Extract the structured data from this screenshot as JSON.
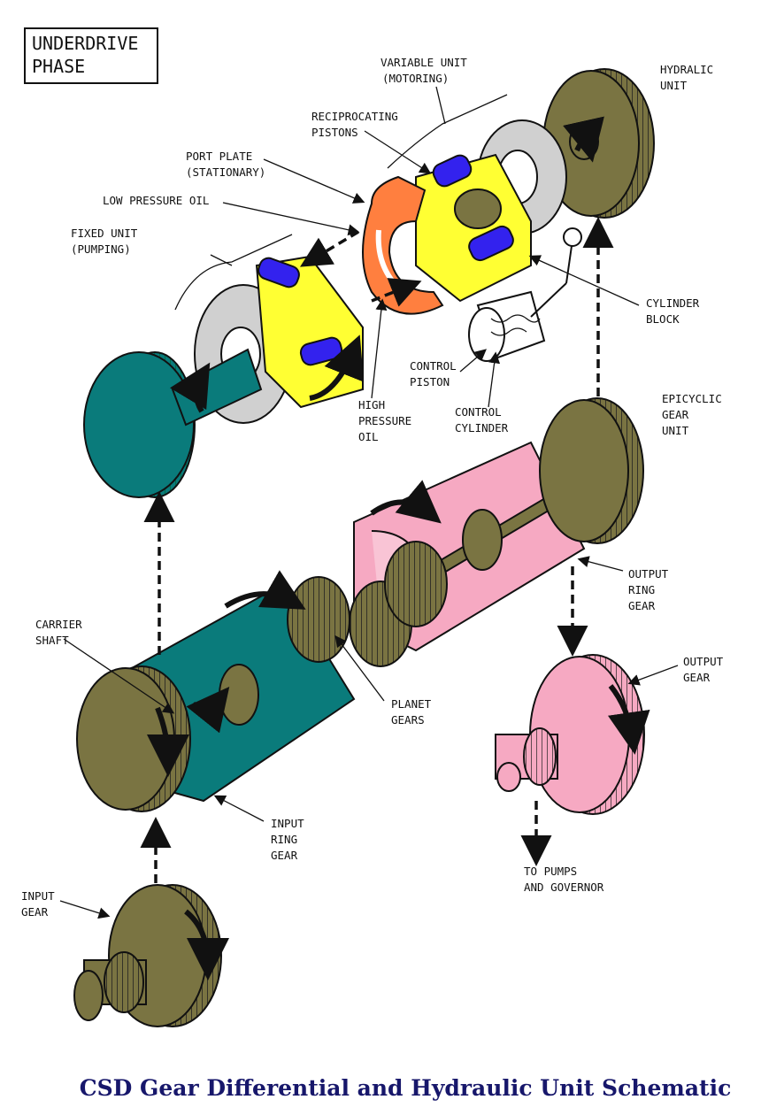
{
  "phase_box": {
    "line1": "UNDERDRIVE",
    "line2": "PHASE"
  },
  "labels": {
    "variable_unit": [
      "VARIABLE UNIT",
      "(MOTORING)"
    ],
    "hydraulic_unit": [
      "HYDRALIC",
      "UNIT"
    ],
    "reciprocating_pistons": [
      "RECIPROCATING",
      "PISTONS"
    ],
    "port_plate": [
      "PORT PLATE",
      "(STATIONARY)"
    ],
    "low_pressure_oil": [
      "LOW PRESSURE OIL"
    ],
    "fixed_unit": [
      "FIXED UNIT",
      "(PUMPING)"
    ],
    "cylinder_block": [
      "CYLINDER",
      "BLOCK"
    ],
    "control_piston": [
      "CONTROL",
      "PISTON"
    ],
    "high_pressure_oil": [
      "HIGH",
      "PRESSURE",
      "OIL"
    ],
    "control_cylinder": [
      "CONTROL",
      "CYLINDER"
    ],
    "epicyclic_gear_unit": [
      "EPICYCLIC",
      "GEAR",
      "UNIT"
    ],
    "output_ring_gear": [
      "OUTPUT",
      "RING",
      "GEAR"
    ],
    "carrier_shaft": [
      "CARRIER",
      "SHAFT"
    ],
    "output_gear": [
      "OUTPUT",
      "GEAR"
    ],
    "planet_gears": [
      "PLANET",
      "GEARS"
    ],
    "input_ring_gear": [
      "INPUT",
      "RING",
      "GEAR"
    ],
    "to_pumps": [
      "TO PUMPS",
      "AND GOVERNOR"
    ],
    "input_gear": [
      "INPUT",
      "GEAR"
    ]
  },
  "caption": "CSD Gear Differential and Hydraulic Unit Schematic",
  "colors": {
    "gear_olive": "#7a7442",
    "teal": "#0a7b7b",
    "pink": "#f6a9c2",
    "yellow": "#ffff33",
    "orange": "#ff7f3f",
    "blue_piston": "#3322ee",
    "gray": "#d0d0d0",
    "caption_blue": "#17176b"
  }
}
